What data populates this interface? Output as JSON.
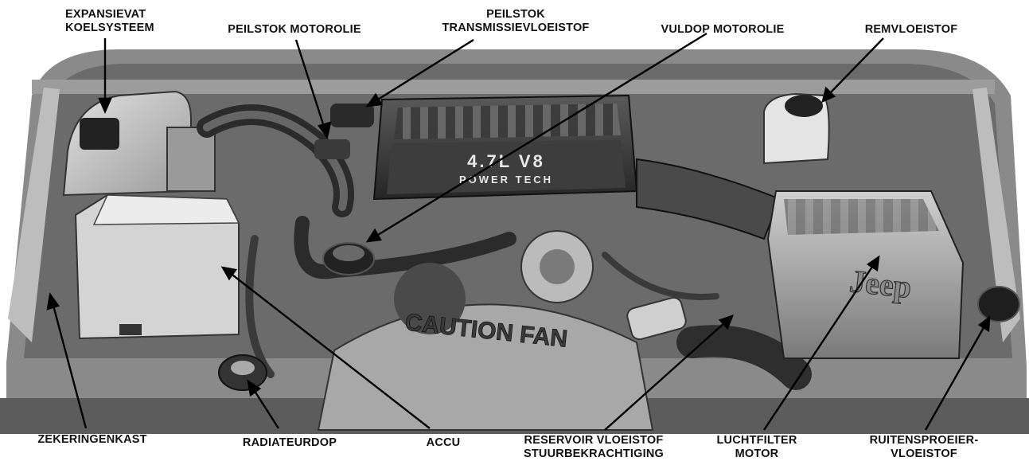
{
  "labels": {
    "expansievat": [
      "EXPANSIEVAT",
      "KOELSYSTEEM"
    ],
    "peilstok_motorolie": "PEILSTOK MOTOROLIE",
    "peilstok_transmissie": [
      "PEILSTOK",
      "TRANSMISSIEVLOEISTOF"
    ],
    "vuldop_motorolie": "VULDOP MOTOROLIE",
    "remvloeistof": "REMVLOEISTOF",
    "zekeringenkast": "ZEKERINGENKAST",
    "radiateurdop": "RADIATEURDOP",
    "accu": "ACCU",
    "reservoir_stuurbekrachtiging": [
      "RESERVOIR VLOEISTOF",
      "STUURBEKRACHTIGING"
    ],
    "luchtfilter": [
      "LUCHTFILTER",
      "MOTOR"
    ],
    "ruitensproeier": [
      "RUITENSPROEIER-",
      "VLOEISTOF"
    ]
  },
  "engine_cover": {
    "badge": "4.7L V8",
    "subbadge": "POWER TECH"
  },
  "fan_shroud_text": "CAUTION FAN",
  "airbox_logo": "Jeep",
  "colors": {
    "ink": "#111111",
    "paper": "#ffffff"
  }
}
